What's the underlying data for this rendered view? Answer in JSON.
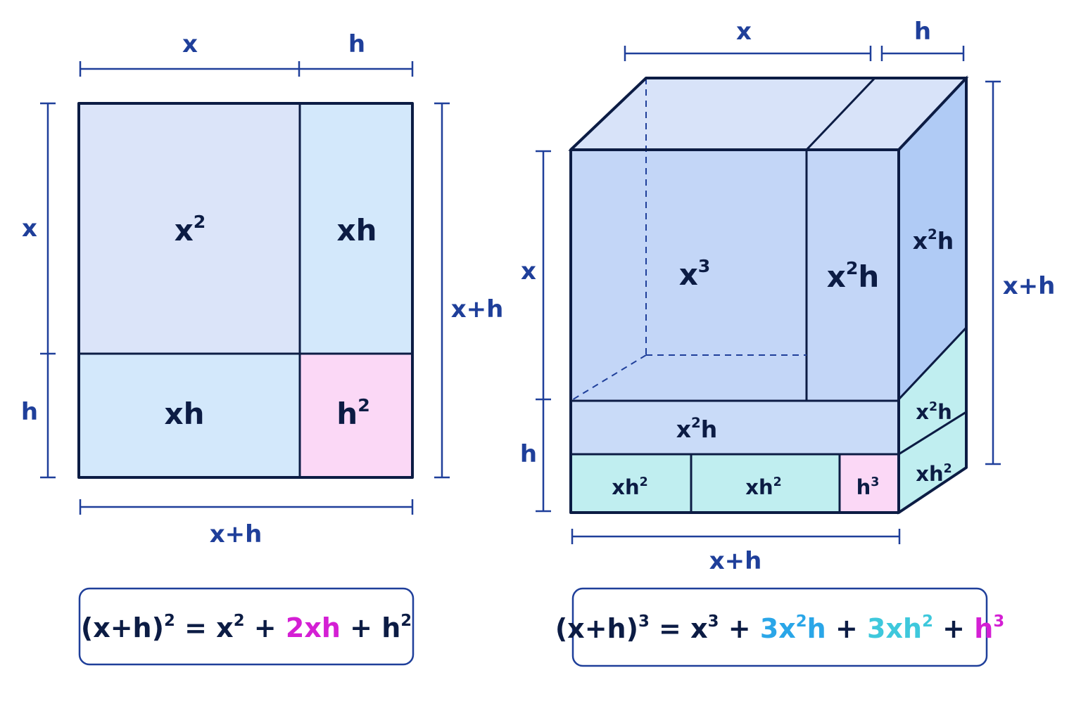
{
  "colors": {
    "dimension": "#1f3f9a",
    "outline": "#0c1c44",
    "x_squared_fill": "#dbe4f9",
    "xh_fill": "#d3e8fb",
    "h_squared_fill": "#fbd8f6",
    "cube_main_fill": "#c3d6f7",
    "cube_side_fill": "#b0cbf5",
    "cube_top_fill": "#d8e3f9",
    "xh2_fill": "#c0eef0",
    "h_cubed_fill": "#fbd8f6",
    "term_2xh": "#d41fd4",
    "term_3x2h": "#2aa6e8",
    "term_3xh2": "#3ec8dc",
    "term_h3": "#d41fd4"
  },
  "square": {
    "top_x": "x",
    "top_h": "h",
    "left_x": "x",
    "left_h": "h",
    "right_total": "x+h",
    "bottom_total": "x+h",
    "cells": {
      "x2": {
        "base": "x",
        "exp": "2"
      },
      "xh_top": "xh",
      "xh_bottom": "xh",
      "h2": {
        "base": "h",
        "exp": "2"
      }
    },
    "equation": {
      "lhs_base": "(x+h)",
      "lhs_exp": "2",
      "eq": " = ",
      "t1_base": "x",
      "t1_exp": "2",
      "plus1": " + ",
      "t2": "2xh",
      "plus2": " + ",
      "t3_base": "h",
      "t3_exp": "2"
    }
  },
  "cube": {
    "top_x": "x",
    "top_h": "h",
    "left_x": "x",
    "left_h": "h",
    "right_total": "x+h",
    "bottom_total": "x+h",
    "cells": {
      "x3": {
        "base": "x",
        "exp": "3"
      },
      "x2h_front": {
        "base": "x",
        "exp": "2",
        "suffix": "h"
      },
      "x2h_side": {
        "base": "x",
        "exp": "2",
        "suffix": "h"
      },
      "x2h_slab": {
        "base": "x",
        "exp": "2",
        "suffix": "h"
      },
      "x2h_side_lower": {
        "base": "x",
        "exp": "2",
        "suffix": "h"
      },
      "xh2_a": {
        "base": "xh",
        "exp": "2"
      },
      "xh2_b": {
        "base": "xh",
        "exp": "2"
      },
      "h3": {
        "base": "h",
        "exp": "3"
      },
      "xh2_side": {
        "base": "xh",
        "exp": "2"
      }
    },
    "equation": {
      "lhs_base": "(x+h)",
      "lhs_exp": "3",
      "eq": " = ",
      "t1_base": "x",
      "t1_exp": "3",
      "plus1": " + ",
      "t2_pre": "3x",
      "t2_exp": "2",
      "t2_post": "h",
      "plus2": " + ",
      "t3_pre": "3xh",
      "t3_exp": "2",
      "plus3": " + ",
      "t4_base": "h",
      "t4_exp": "3"
    }
  }
}
